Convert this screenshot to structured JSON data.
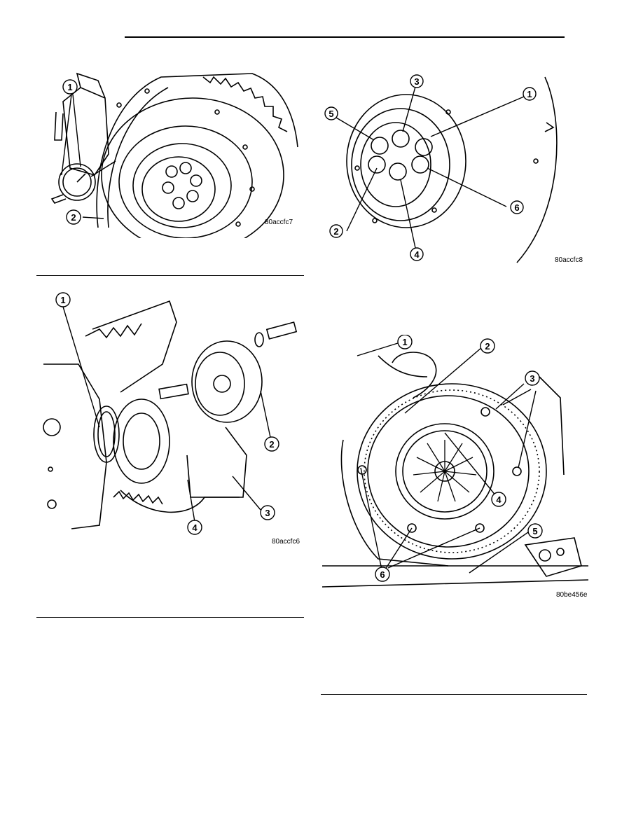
{
  "figures": [
    {
      "code": "80accfc7",
      "callouts": [
        "1",
        "2"
      ]
    },
    {
      "code": "80accfc8",
      "callouts": [
        "1",
        "2",
        "3",
        "4",
        "5",
        "6"
      ]
    },
    {
      "code": "80accfc6",
      "callouts": [
        "1",
        "2",
        "3",
        "4"
      ]
    },
    {
      "code": "80be456e",
      "callouts": [
        "1",
        "2",
        "3",
        "4",
        "5",
        "6"
      ]
    }
  ]
}
